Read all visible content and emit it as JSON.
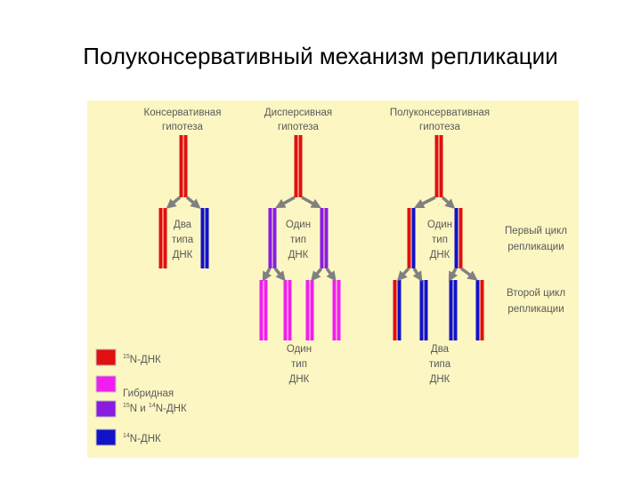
{
  "slide": {
    "title": "Полуконсервативный механизм репликации"
  },
  "hypotheses": [
    {
      "line1": "Консервативная",
      "line2": "гипотеза"
    },
    {
      "line1": "Дисперсивная",
      "line2": "гипотеза"
    },
    {
      "line1": "Полуконсервативная",
      "line2": "гипотеза"
    }
  ],
  "gen1_labels": [
    {
      "line1": "Два",
      "line2": "типа",
      "line3": "ДНК"
    },
    {
      "line1": "Один",
      "line2": "тип",
      "line3": "ДНК"
    },
    {
      "line1": "Один",
      "line2": "тип",
      "line3": "ДНК"
    }
  ],
  "gen2_labels": [
    {
      "line1": "Один",
      "line2": "тип",
      "line3": "ДНК"
    },
    {
      "line1": "Два",
      "line2": "типа",
      "line3": "ДНК"
    }
  ],
  "cycles": {
    "first_line1": "Первый цикл",
    "first_line2": "репликации",
    "second_line1": "Второй цикл",
    "second_line2": "репликации"
  },
  "legend": {
    "heavy_sup": "15",
    "heavy_text": "N-ДНК",
    "hybrid_line1": "Гибридная",
    "hybrid_sup1": "15",
    "hybrid_mid": "N и ",
    "hybrid_sup2": "14",
    "hybrid_text": "N-ДНК",
    "light_sup": "14",
    "light_text": "N-ДНК"
  },
  "colors": {
    "background": "#fcf6c2",
    "heavy": "#e01010",
    "hybrid_violet": "#8a1be0",
    "hybrid_magenta": "#f01ff0",
    "light": "#1212c8",
    "arrow": "#808080",
    "label": "#5a5a5a",
    "title": "#000000"
  },
  "icons": {
    "arrow": "arrow-down-diagonal-icon",
    "swatch": "color-swatch-icon"
  }
}
